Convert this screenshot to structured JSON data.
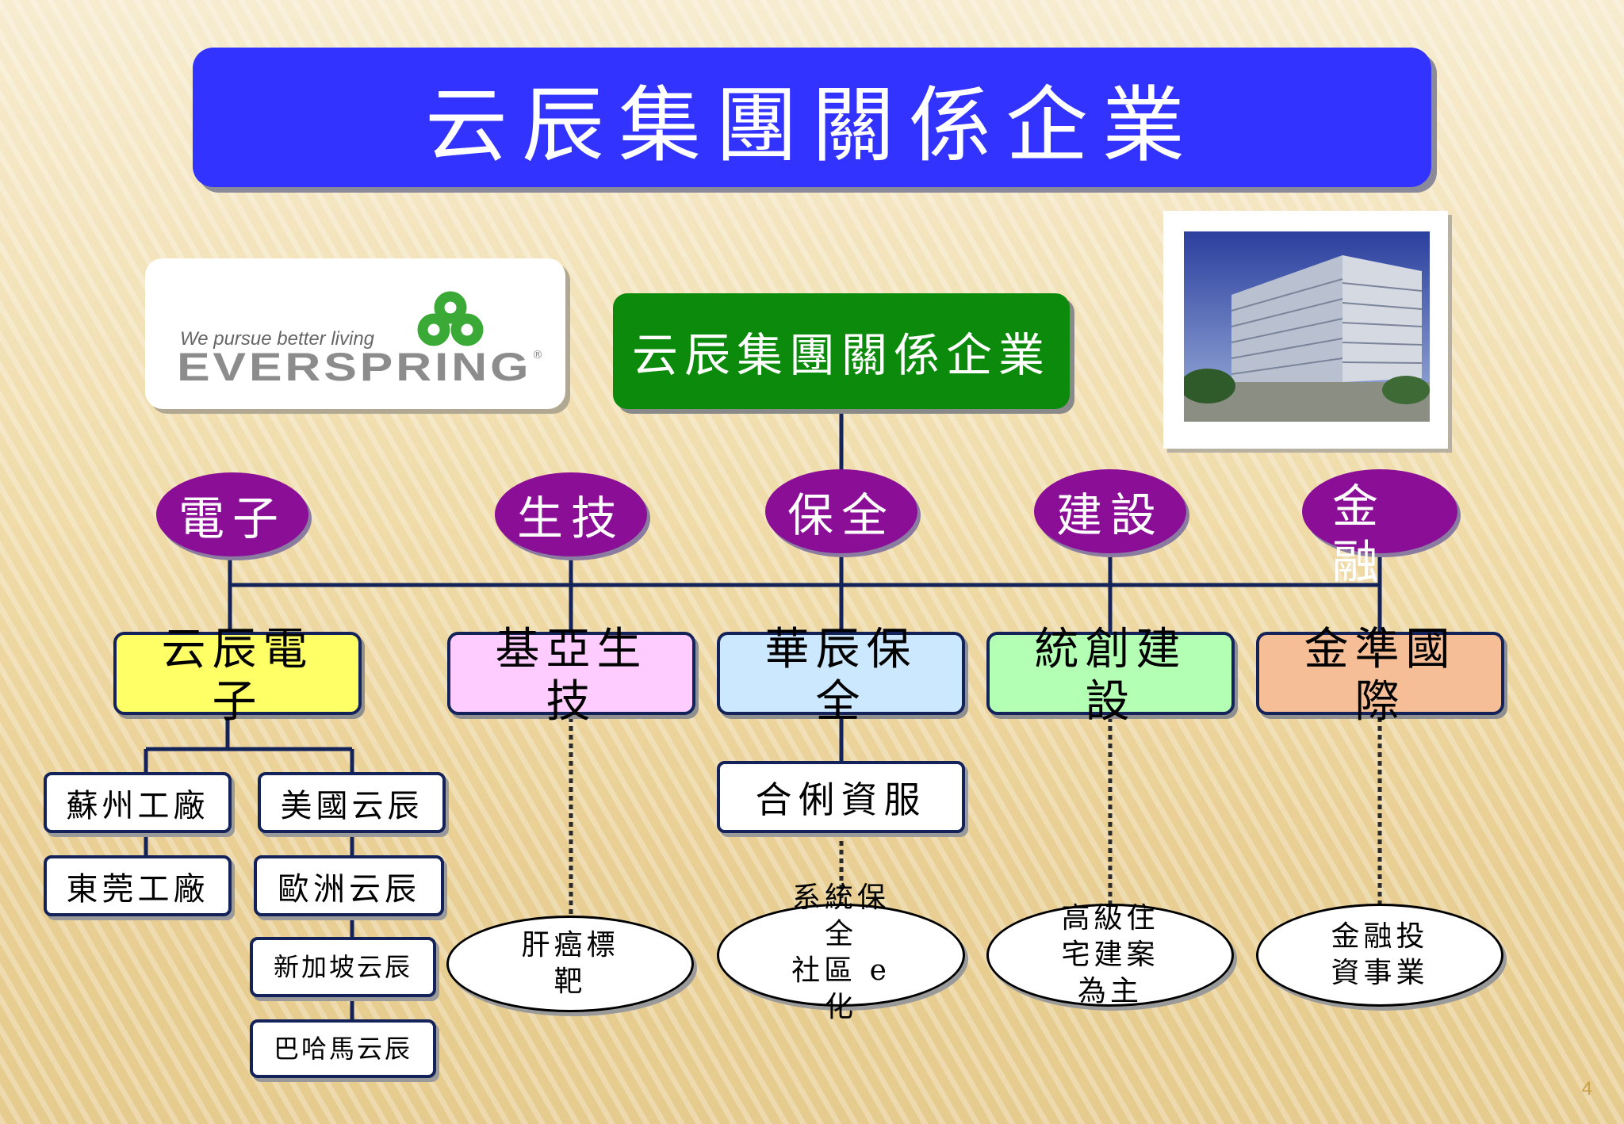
{
  "title": "云辰集團關係企業",
  "logo": {
    "tagline": "We pursue better living",
    "brand": "EVERSPRING",
    "mark": "®",
    "brand_color": "#3aa935"
  },
  "root": {
    "label": "云辰集團關係企業",
    "color": "#0c8a0c"
  },
  "categories": [
    {
      "label": "電子"
    },
    {
      "label": "生技"
    },
    {
      "label": "保全"
    },
    {
      "label": "建設"
    },
    {
      "label": "金融"
    }
  ],
  "companies": [
    {
      "label": "云辰電子",
      "color": "#ffff66"
    },
    {
      "label": "基亞生技",
      "color": "#ffccff"
    },
    {
      "label": "華辰保全",
      "color": "#cce8ff"
    },
    {
      "label": "統創建設",
      "color": "#b3ffb3"
    },
    {
      "label": "金準國際",
      "color": "#f5be96"
    }
  ],
  "subsidiaries": {
    "electronics": [
      "蘇州工廠",
      "美國云辰",
      "東莞工廠",
      "歐洲云辰",
      "新加坡云辰",
      "巴哈馬云辰"
    ],
    "security": "合俐資服"
  },
  "businesses": [
    {
      "label": "肝癌標靶"
    },
    {
      "label": "系統保全\n社區 e化"
    },
    {
      "label": "高級住宅建案為主"
    },
    {
      "label": "金融投資事業"
    }
  ],
  "page_number": "4"
}
